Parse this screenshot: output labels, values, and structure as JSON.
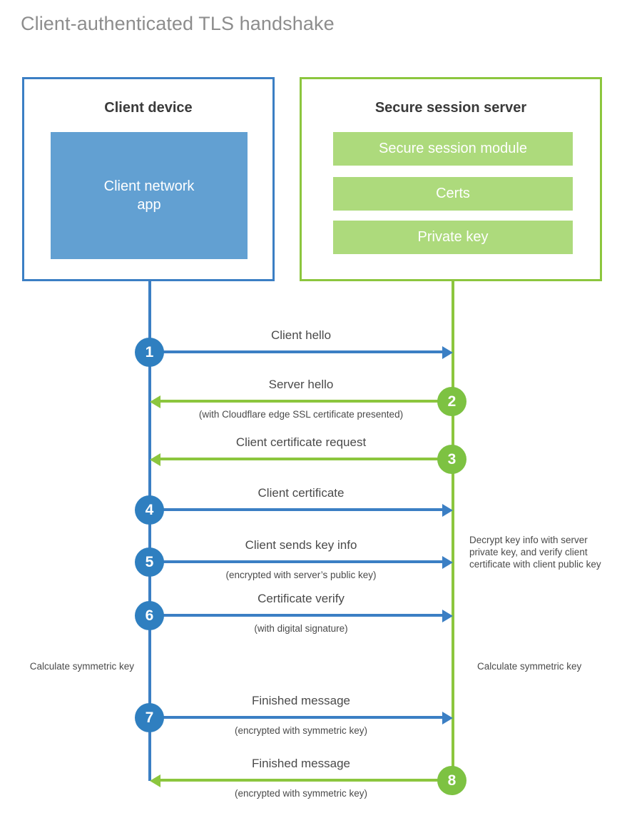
{
  "title": "Client-authenticated TLS handshake",
  "colors": {
    "blue_border": "#3b7fc4",
    "blue_fill": "#62a0d2",
    "blue_circle": "#2f7fc0",
    "green_border": "#8cc63e",
    "green_fill": "#adda7c",
    "green_circle": "#7dc242",
    "title_text": "#8d8d8d",
    "body_text": "#4a4a4a"
  },
  "client": {
    "title": "Client device",
    "app_label": "Client network\napp",
    "app_label_line1": "Client network",
    "app_label_line2": "app"
  },
  "server": {
    "title": "Secure session server",
    "blocks": [
      {
        "label": "Secure session module"
      },
      {
        "label": "Certs"
      },
      {
        "label": "Private key"
      }
    ]
  },
  "steps": [
    {
      "number": "1",
      "direction": "right",
      "color": "blue",
      "label": "Client hello",
      "sublabel": ""
    },
    {
      "number": "2",
      "direction": "left",
      "color": "green",
      "label": "Server hello",
      "sublabel": "(with Cloudflare edge SSL certificate presented)"
    },
    {
      "number": "3",
      "direction": "left",
      "color": "green",
      "label": "Client certificate request",
      "sublabel": ""
    },
    {
      "number": "4",
      "direction": "right",
      "color": "blue",
      "label": "Client certificate",
      "sublabel": ""
    },
    {
      "number": "5",
      "direction": "right",
      "color": "blue",
      "label": "Client sends key info",
      "sublabel": "(encrypted with server’s public key)"
    },
    {
      "number": "6",
      "direction": "right",
      "color": "blue",
      "label": "Certificate verify",
      "sublabel": "(with digital signature)"
    },
    {
      "number": "7",
      "direction": "right",
      "color": "blue",
      "label": "Finished message",
      "sublabel": "(encrypted with symmetric key)"
    },
    {
      "number": "8",
      "direction": "left",
      "color": "green",
      "label": "Finished message",
      "sublabel": "(encrypted with symmetric key)"
    }
  ],
  "notes": {
    "server_decrypt": "Decrypt key info with server private key, and verify client certificate with client public key",
    "client_symmetric": "Calculate symmetric key",
    "server_symmetric": "Calculate symmetric key"
  }
}
